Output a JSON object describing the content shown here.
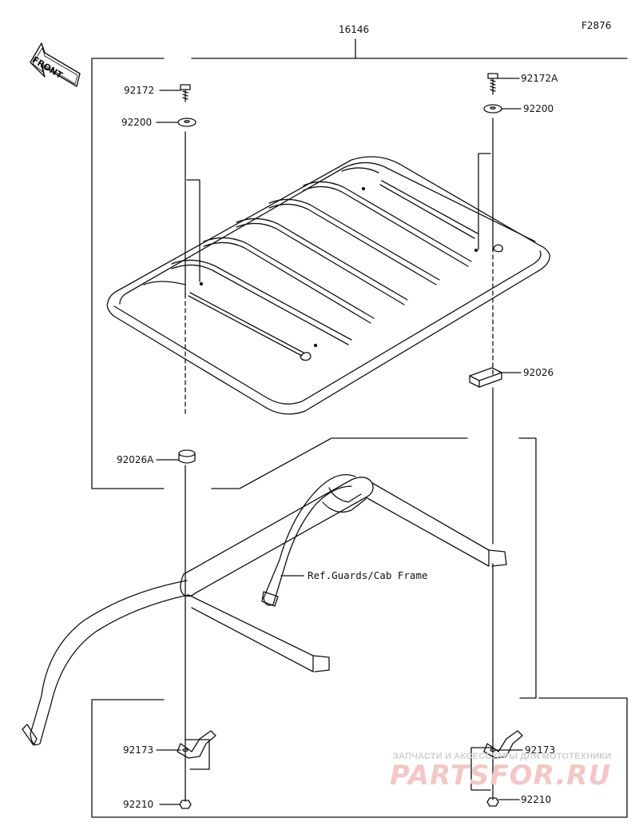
{
  "diagram": {
    "figure_code": "F2876",
    "front_label": "FRONT",
    "reference_note": "Ref.Guards/Cab Frame",
    "parts": {
      "roof_assy": "16146",
      "bolt_left": "92172",
      "bolt_right": "92172A",
      "washer_left": "92200",
      "washer_right": "92200",
      "spacer_right": "92026",
      "spacer_left": "92026A",
      "clamp_left": "92173",
      "clamp_right": "92173",
      "nut_left": "92210",
      "nut_right": "92210"
    }
  },
  "watermark": {
    "top_text": "ЗАПЧАСТИ И АКСЕССУАРЫ ДЛЯ МОТОТЕХНИКИ",
    "brand_text": "PARTSFOR.RU"
  },
  "colors": {
    "line": "#111111",
    "watermark_light": "#cfcfcf",
    "watermark_brand": "#f3c7c7"
  }
}
